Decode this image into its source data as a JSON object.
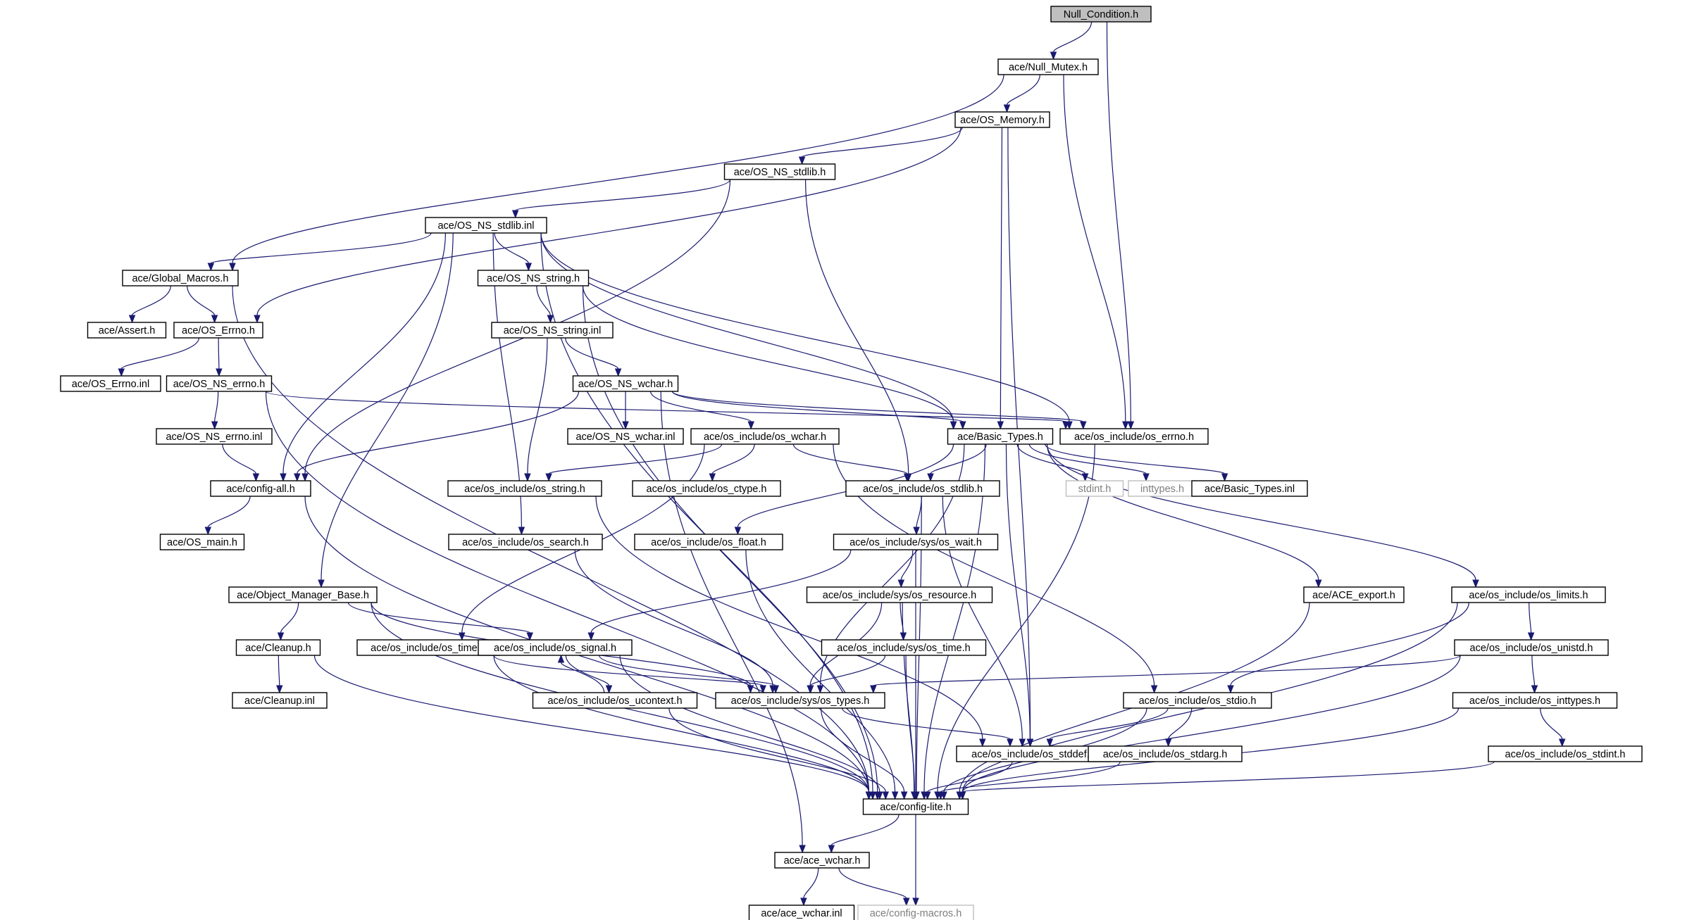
{
  "graph": {
    "root": "Null_Condition.h",
    "nodes": [
      {
        "id": "null_condition",
        "label": "Null_Condition.h",
        "kind": "root"
      },
      {
        "id": "null_mutex",
        "label": "ace/Null_Mutex.h"
      },
      {
        "id": "os_memory",
        "label": "ace/OS_Memory.h"
      },
      {
        "id": "os_ns_stdlib_h",
        "label": "ace/OS_NS_stdlib.h"
      },
      {
        "id": "os_ns_stdlib_inl",
        "label": "ace/OS_NS_stdlib.inl"
      },
      {
        "id": "global_macros",
        "label": "ace/Global_Macros.h"
      },
      {
        "id": "os_ns_string_h",
        "label": "ace/OS_NS_string.h"
      },
      {
        "id": "assert",
        "label": "ace/Assert.h"
      },
      {
        "id": "os_errno_h",
        "label": "ace/OS_Errno.h"
      },
      {
        "id": "os_ns_string_inl",
        "label": "ace/OS_NS_string.inl"
      },
      {
        "id": "os_errno_inl",
        "label": "ace/OS_Errno.inl"
      },
      {
        "id": "os_ns_errno_h",
        "label": "ace/OS_NS_errno.h"
      },
      {
        "id": "os_ns_wchar_h",
        "label": "ace/OS_NS_wchar.h"
      },
      {
        "id": "basic_types_h",
        "label": "ace/Basic_Types.h"
      },
      {
        "id": "inc_os_errno",
        "label": "ace/os_include/os_errno.h"
      },
      {
        "id": "os_ns_errno_inl",
        "label": "ace/OS_NS_errno.inl"
      },
      {
        "id": "os_ns_wchar_inl",
        "label": "ace/OS_NS_wchar.inl"
      },
      {
        "id": "inc_os_wchar",
        "label": "ace/os_include/os_wchar.h"
      },
      {
        "id": "config_all",
        "label": "ace/config-all.h"
      },
      {
        "id": "inc_os_string",
        "label": "ace/os_include/os_string.h"
      },
      {
        "id": "inc_os_ctype",
        "label": "ace/os_include/os_ctype.h"
      },
      {
        "id": "inc_os_stdlib",
        "label": "ace/os_include/os_stdlib.h"
      },
      {
        "id": "stdint",
        "label": "stdint.h",
        "kind": "ext"
      },
      {
        "id": "inttypes",
        "label": "inttypes.h",
        "kind": "ext"
      },
      {
        "id": "basic_types_inl",
        "label": "ace/Basic_Types.inl"
      },
      {
        "id": "os_main",
        "label": "ace/OS_main.h"
      },
      {
        "id": "inc_os_search",
        "label": "ace/os_include/os_search.h"
      },
      {
        "id": "inc_os_float",
        "label": "ace/os_include/os_float.h"
      },
      {
        "id": "inc_sys_os_wait",
        "label": "ace/os_include/sys/os_wait.h"
      },
      {
        "id": "object_manager_base",
        "label": "ace/Object_Manager_Base.h"
      },
      {
        "id": "inc_sys_os_resource",
        "label": "ace/os_include/sys/os_resource.h"
      },
      {
        "id": "ace_export",
        "label": "ace/ACE_export.h"
      },
      {
        "id": "inc_os_limits",
        "label": "ace/os_include/os_limits.h"
      },
      {
        "id": "cleanup_h",
        "label": "ace/Cleanup.h"
      },
      {
        "id": "inc_os_time",
        "label": "ace/os_include/os_time.h"
      },
      {
        "id": "inc_os_signal",
        "label": "ace/os_include/os_signal.h"
      },
      {
        "id": "inc_sys_os_time",
        "label": "ace/os_include/sys/os_time.h"
      },
      {
        "id": "inc_os_unistd",
        "label": "ace/os_include/os_unistd.h"
      },
      {
        "id": "cleanup_inl",
        "label": "ace/Cleanup.inl"
      },
      {
        "id": "inc_os_ucontext",
        "label": "ace/os_include/os_ucontext.h"
      },
      {
        "id": "inc_sys_os_types",
        "label": "ace/os_include/sys/os_types.h"
      },
      {
        "id": "inc_os_stdio",
        "label": "ace/os_include/os_stdio.h"
      },
      {
        "id": "inc_os_inttypes",
        "label": "ace/os_include/os_inttypes.h"
      },
      {
        "id": "inc_os_stddef",
        "label": "ace/os_include/os_stddef.h"
      },
      {
        "id": "inc_os_stdarg",
        "label": "ace/os_include/os_stdarg.h"
      },
      {
        "id": "inc_os_stdint",
        "label": "ace/os_include/os_stdint.h"
      },
      {
        "id": "config_lite",
        "label": "ace/config-lite.h"
      },
      {
        "id": "ace_wchar_h",
        "label": "ace/ace_wchar.h"
      },
      {
        "id": "ace_wchar_inl",
        "label": "ace/ace_wchar.inl"
      },
      {
        "id": "config_macros",
        "label": "ace/config-macros.h",
        "kind": "ext"
      }
    ],
    "edges": [
      [
        "null_condition",
        "null_mutex"
      ],
      [
        "null_condition",
        "inc_os_errno"
      ],
      [
        "null_mutex",
        "os_memory"
      ],
      [
        "null_mutex",
        "global_macros"
      ],
      [
        "null_mutex",
        "inc_os_errno"
      ],
      [
        "os_memory",
        "os_ns_stdlib_h"
      ],
      [
        "os_memory",
        "basic_types_h"
      ],
      [
        "os_memory",
        "os_errno_h"
      ],
      [
        "os_memory",
        "inc_os_stddef"
      ],
      [
        "os_ns_stdlib_h",
        "os_ns_stdlib_inl"
      ],
      [
        "os_ns_stdlib_h",
        "config_all"
      ],
      [
        "os_ns_stdlib_h",
        "inc_os_stdlib"
      ],
      [
        "os_ns_stdlib_inl",
        "global_macros"
      ],
      [
        "os_ns_stdlib_inl",
        "os_ns_string_h"
      ],
      [
        "os_ns_stdlib_inl",
        "config_all"
      ],
      [
        "os_ns_stdlib_inl",
        "basic_types_h"
      ],
      [
        "os_ns_stdlib_inl",
        "inc_os_errno"
      ],
      [
        "os_ns_stdlib_inl",
        "inc_os_search"
      ],
      [
        "os_ns_stdlib_inl",
        "object_manager_base"
      ],
      [
        "os_ns_stdlib_inl",
        "config_lite"
      ],
      [
        "global_macros",
        "assert"
      ],
      [
        "global_macros",
        "os_errno_h"
      ],
      [
        "global_macros",
        "config_lite"
      ],
      [
        "os_ns_string_h",
        "os_ns_string_inl"
      ],
      [
        "os_ns_string_h",
        "basic_types_h"
      ],
      [
        "os_ns_string_h",
        "config_lite"
      ],
      [
        "os_errno_h",
        "os_errno_inl"
      ],
      [
        "os_errno_h",
        "os_ns_errno_h"
      ],
      [
        "os_ns_string_inl",
        "os_ns_wchar_h"
      ],
      [
        "os_ns_string_inl",
        "inc_os_string"
      ],
      [
        "os_ns_errno_h",
        "os_ns_errno_inl"
      ],
      [
        "os_ns_errno_h",
        "inc_os_errno"
      ],
      [
        "os_ns_errno_h",
        "config_lite"
      ],
      [
        "os_ns_errno_inl",
        "config_all"
      ],
      [
        "os_ns_wchar_h",
        "os_ns_wchar_inl"
      ],
      [
        "os_ns_wchar_h",
        "inc_os_wchar"
      ],
      [
        "os_ns_wchar_h",
        "basic_types_h"
      ],
      [
        "os_ns_wchar_h",
        "config_all"
      ],
      [
        "os_ns_wchar_h",
        "inc_os_errno"
      ],
      [
        "os_ns_wchar_h",
        "ace_wchar_h"
      ],
      [
        "inc_os_wchar",
        "inc_os_string"
      ],
      [
        "inc_os_wchar",
        "inc_os_ctype"
      ],
      [
        "inc_os_wchar",
        "inc_os_stdlib"
      ],
      [
        "inc_os_wchar",
        "inc_os_time"
      ],
      [
        "inc_os_wchar",
        "inc_os_stdio"
      ],
      [
        "basic_types_h",
        "stdint"
      ],
      [
        "basic_types_h",
        "inttypes"
      ],
      [
        "basic_types_h",
        "basic_types_inl"
      ],
      [
        "basic_types_h",
        "inc_os_stdlib"
      ],
      [
        "basic_types_h",
        "inc_os_float"
      ],
      [
        "basic_types_h",
        "inc_sys_os_types"
      ],
      [
        "basic_types_h",
        "inc_os_stddef"
      ],
      [
        "basic_types_h",
        "ace_export"
      ],
      [
        "basic_types_h",
        "inc_os_limits"
      ],
      [
        "basic_types_h",
        "config_lite"
      ],
      [
        "inc_os_errno",
        "config_lite"
      ],
      [
        "config_all",
        "os_main"
      ],
      [
        "config_all",
        "config_lite"
      ],
      [
        "inc_os_string",
        "inc_os_stddef"
      ],
      [
        "inc_os_stdlib",
        "inc_sys_os_wait"
      ],
      [
        "inc_os_stdlib",
        "inc_os_stddef"
      ],
      [
        "inc_os_stdlib",
        "config_lite"
      ],
      [
        "inc_os_search",
        "inc_sys_os_types"
      ],
      [
        "inc_os_float",
        "config_lite"
      ],
      [
        "inc_sys_os_wait",
        "inc_sys_os_resource"
      ],
      [
        "inc_sys_os_wait",
        "inc_os_signal"
      ],
      [
        "inc_sys_os_wait",
        "config_lite"
      ],
      [
        "object_manager_base",
        "cleanup_h"
      ],
      [
        "object_manager_base",
        "inc_os_signal"
      ],
      [
        "object_manager_base",
        "inc_sys_os_types"
      ],
      [
        "object_manager_base",
        "config_lite"
      ],
      [
        "inc_sys_os_resource",
        "inc_sys_os_time"
      ],
      [
        "inc_sys_os_resource",
        "inc_sys_os_types"
      ],
      [
        "inc_sys_os_resource",
        "config_lite"
      ],
      [
        "ace_export",
        "config_lite"
      ],
      [
        "inc_os_limits",
        "inc_os_unistd"
      ],
      [
        "inc_os_limits",
        "inc_os_stdio"
      ],
      [
        "inc_os_limits",
        "config_lite"
      ],
      [
        "cleanup_h",
        "cleanup_inl"
      ],
      [
        "cleanup_h",
        "config_lite"
      ],
      [
        "inc_os_time",
        "inc_sys_os_types"
      ],
      [
        "inc_os_time",
        "config_lite"
      ],
      [
        "inc_os_signal",
        "inc_os_ucontext"
      ],
      [
        "inc_os_signal",
        "inc_sys_os_types"
      ],
      [
        "inc_os_signal",
        "config_lite"
      ],
      [
        "inc_sys_os_time",
        "inc_sys_os_types"
      ],
      [
        "inc_sys_os_time",
        "config_lite"
      ],
      [
        "inc_os_unistd",
        "inc_os_inttypes"
      ],
      [
        "inc_os_unistd",
        "inc_sys_os_types"
      ],
      [
        "inc_os_unistd",
        "config_lite"
      ],
      [
        "inc_os_ucontext",
        "inc_os_signal"
      ],
      [
        "inc_os_ucontext",
        "config_lite"
      ],
      [
        "inc_sys_os_types",
        "inc_os_stddef"
      ],
      [
        "inc_sys_os_types",
        "config_lite"
      ],
      [
        "inc_os_stdio",
        "inc_os_stddef"
      ],
      [
        "inc_os_stdio",
        "inc_os_stdarg"
      ],
      [
        "inc_os_stdio",
        "config_lite"
      ],
      [
        "inc_os_inttypes",
        "inc_os_stdint"
      ],
      [
        "inc_os_inttypes",
        "config_lite"
      ],
      [
        "inc_os_stddef",
        "config_lite"
      ],
      [
        "inc_os_stdarg",
        "config_lite"
      ],
      [
        "inc_os_stdint",
        "config_lite"
      ],
      [
        "config_lite",
        "ace_wchar_h"
      ],
      [
        "config_lite",
        "config_macros"
      ],
      [
        "ace_wchar_h",
        "ace_wchar_inl"
      ],
      [
        "ace_wchar_h",
        "config_macros"
      ]
    ]
  }
}
